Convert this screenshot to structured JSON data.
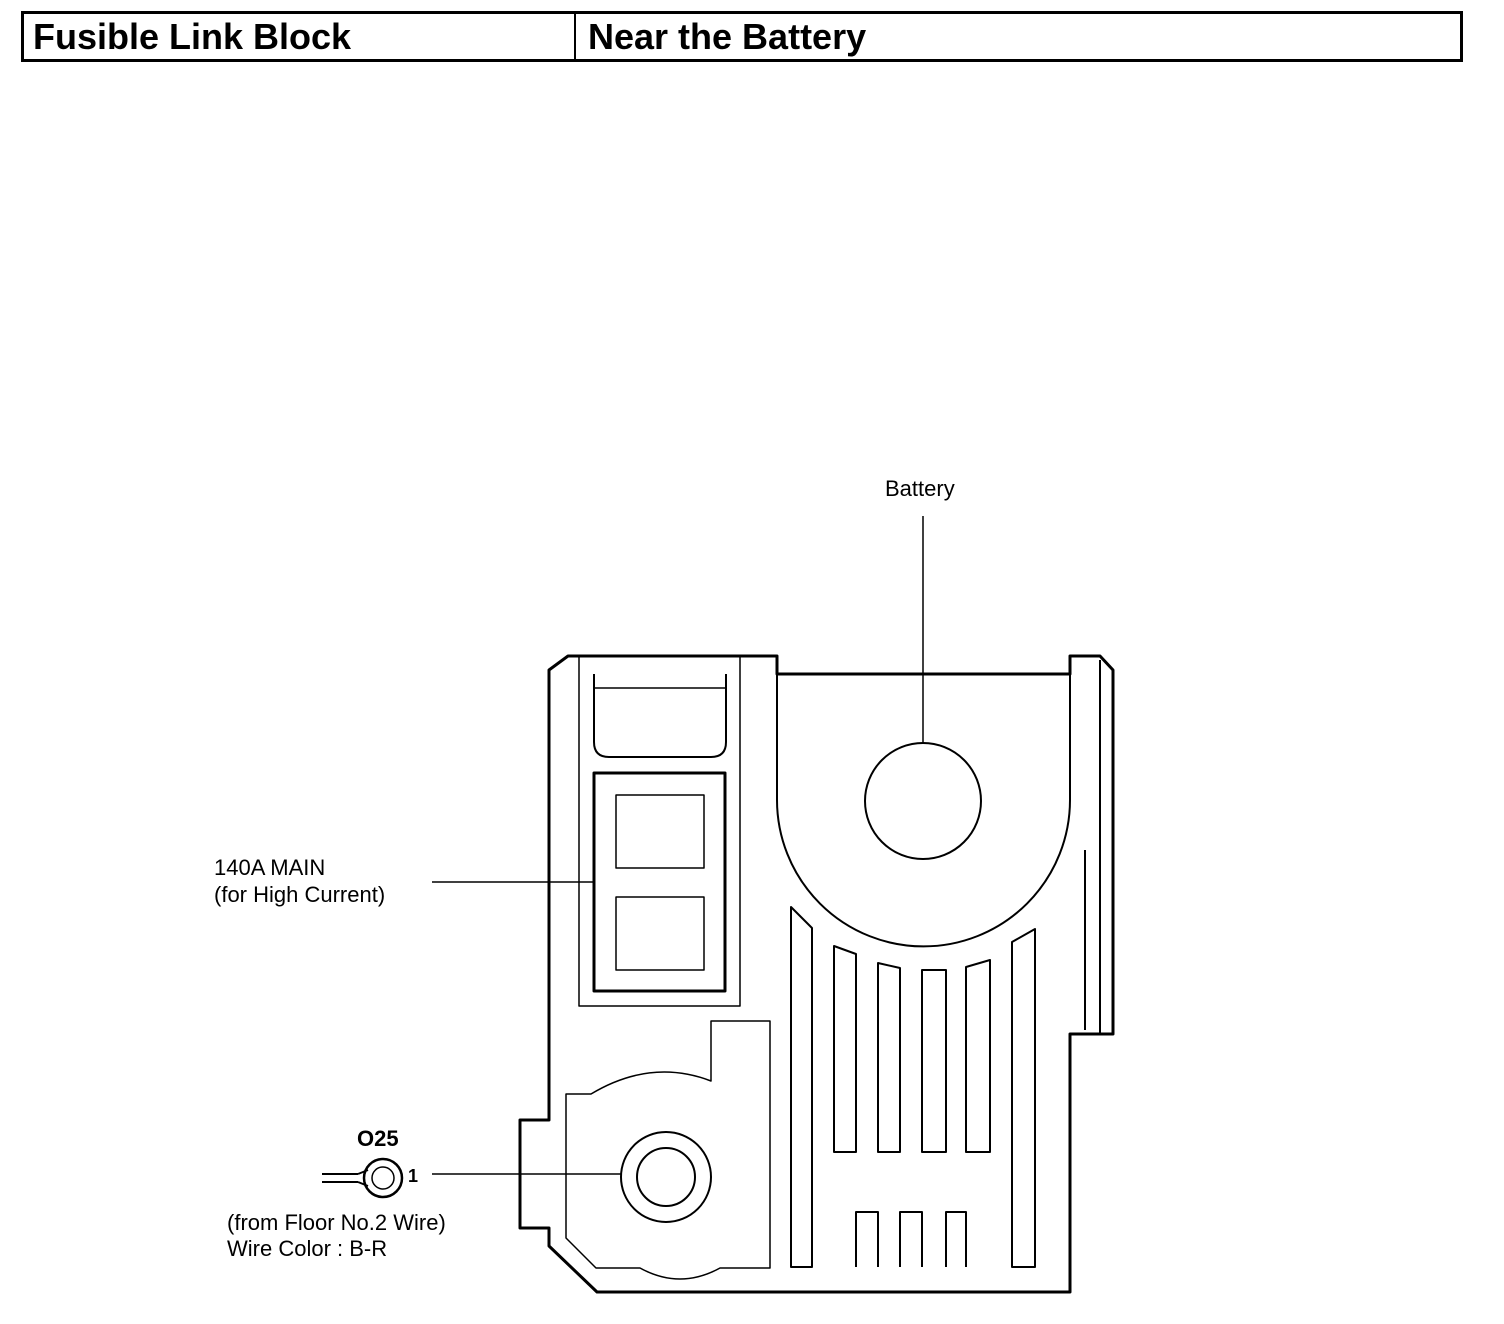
{
  "header": {
    "component": "Fusible Link Block",
    "location": "Near the Battery"
  },
  "labels": {
    "battery": "Battery",
    "main_fuse_line1": "140A MAIN",
    "main_fuse_line2": "(for High Current)",
    "connector_id": "O25",
    "connector_pin": "1",
    "wire_source": "(from Floor No.2 Wire)",
    "wire_color": "Wire Color : B-R"
  }
}
